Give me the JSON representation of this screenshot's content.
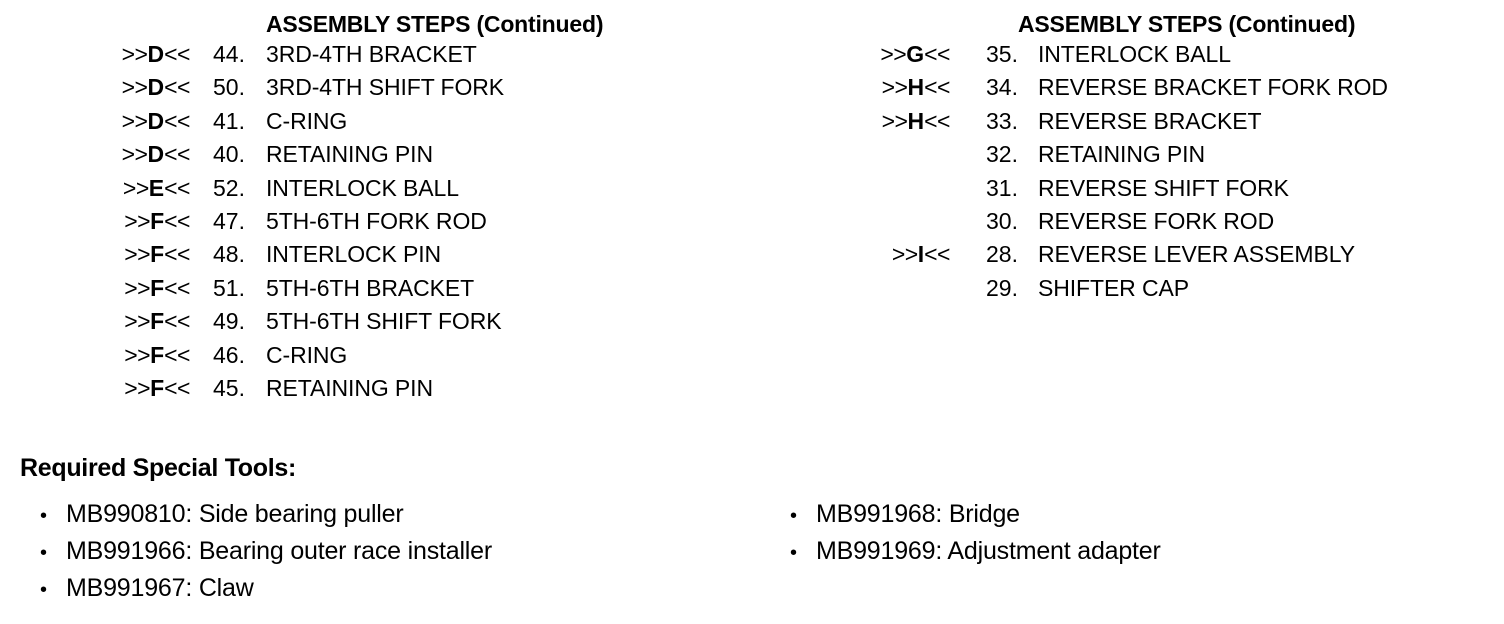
{
  "document": {
    "background_color": "#ffffff",
    "text_color": "#000000"
  },
  "columns": [
    {
      "id": "left",
      "header": "ASSEMBLY STEPS (Continued)",
      "rows": [
        {
          "marker_open": ">>",
          "marker_letter": "D",
          "marker_close": "<<",
          "number": "44.",
          "description": "3RD-4TH BRACKET"
        },
        {
          "marker_open": ">>",
          "marker_letter": "D",
          "marker_close": "<<",
          "number": "50.",
          "description": "3RD-4TH SHIFT FORK"
        },
        {
          "marker_open": ">>",
          "marker_letter": "D",
          "marker_close": "<<",
          "number": "41.",
          "description": "C-RING"
        },
        {
          "marker_open": ">>",
          "marker_letter": "D",
          "marker_close": "<<",
          "number": "40.",
          "description": "RETAINING PIN"
        },
        {
          "marker_open": ">>",
          "marker_letter": "E",
          "marker_close": "<<",
          "number": "52.",
          "description": "INTERLOCK BALL"
        },
        {
          "marker_open": ">>",
          "marker_letter": "F",
          "marker_close": "<<",
          "number": "47.",
          "description": "5TH-6TH FORK ROD"
        },
        {
          "marker_open": ">>",
          "marker_letter": "F",
          "marker_close": "<<",
          "number": "48.",
          "description": "INTERLOCK PIN"
        },
        {
          "marker_open": ">>",
          "marker_letter": "F",
          "marker_close": "<<",
          "number": "51.",
          "description": "5TH-6TH BRACKET"
        },
        {
          "marker_open": ">>",
          "marker_letter": "F",
          "marker_close": "<<",
          "number": "49.",
          "description": "5TH-6TH SHIFT FORK"
        },
        {
          "marker_open": ">>",
          "marker_letter": "F",
          "marker_close": "<<",
          "number": "46.",
          "description": "C-RING"
        },
        {
          "marker_open": ">>",
          "marker_letter": "F",
          "marker_close": "<<",
          "number": "45.",
          "description": "RETAINING PIN"
        }
      ]
    },
    {
      "id": "right",
      "header": "ASSEMBLY STEPS (Continued)",
      "rows": [
        {
          "marker_open": ">>",
          "marker_letter": "G",
          "marker_close": "<<",
          "number": "35.",
          "description": "INTERLOCK BALL"
        },
        {
          "marker_open": ">>",
          "marker_letter": "H",
          "marker_close": "<<",
          "number": "34.",
          "description": "REVERSE BRACKET FORK ROD"
        },
        {
          "marker_open": ">>",
          "marker_letter": "H",
          "marker_close": "<<",
          "number": "33.",
          "description": "REVERSE BRACKET"
        },
        {
          "marker_open": "",
          "marker_letter": "",
          "marker_close": "",
          "number": "32.",
          "description": "RETAINING PIN"
        },
        {
          "marker_open": "",
          "marker_letter": "",
          "marker_close": "",
          "number": "31.",
          "description": "REVERSE SHIFT FORK"
        },
        {
          "marker_open": "",
          "marker_letter": "",
          "marker_close": "",
          "number": "30.",
          "description": "REVERSE FORK ROD"
        },
        {
          "marker_open": ">>",
          "marker_letter": "I",
          "marker_close": "<<",
          "number": "28.",
          "description": "REVERSE LEVER ASSEMBLY"
        },
        {
          "marker_open": "",
          "marker_letter": "",
          "marker_close": "",
          "number": "29.",
          "description": "SHIFTER CAP"
        }
      ]
    }
  ],
  "tools": {
    "title": "Required Special Tools:",
    "bullet_glyph": "•",
    "left_items": [
      "MB990810: Side bearing puller",
      "MB991966: Bearing outer race installer",
      "MB991967: Claw"
    ],
    "right_items": [
      "MB991968: Bridge",
      "MB991969: Adjustment adapter"
    ]
  }
}
